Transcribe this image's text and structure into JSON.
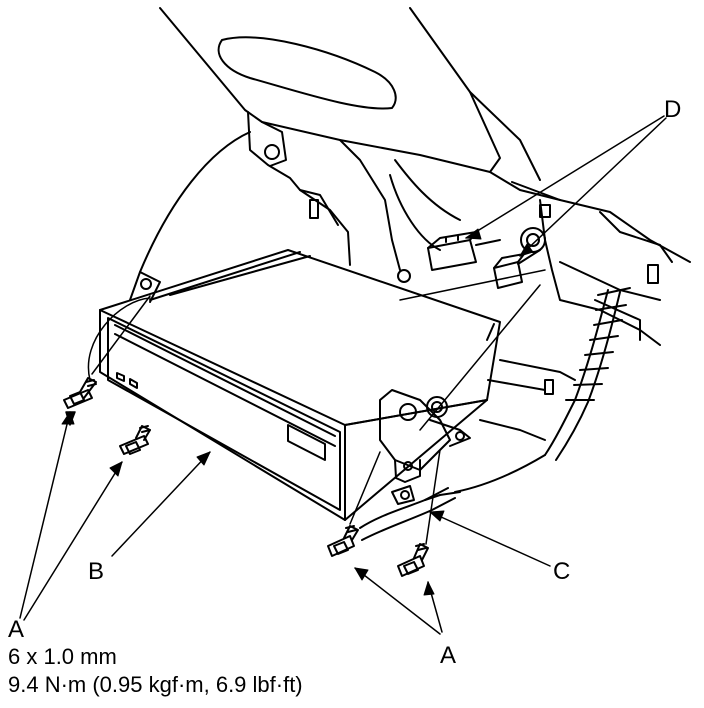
{
  "labels": {
    "a_left": "A",
    "a_right": "A",
    "b": "B",
    "c": "C",
    "d": "D"
  },
  "spec": {
    "bolt_size": "6 x 1.0 mm",
    "torque": "9.4 N·m (0.95 kgf·m, 6.9 lbf·ft)"
  },
  "colors": {
    "line": "#000000",
    "background": "#ffffff"
  }
}
